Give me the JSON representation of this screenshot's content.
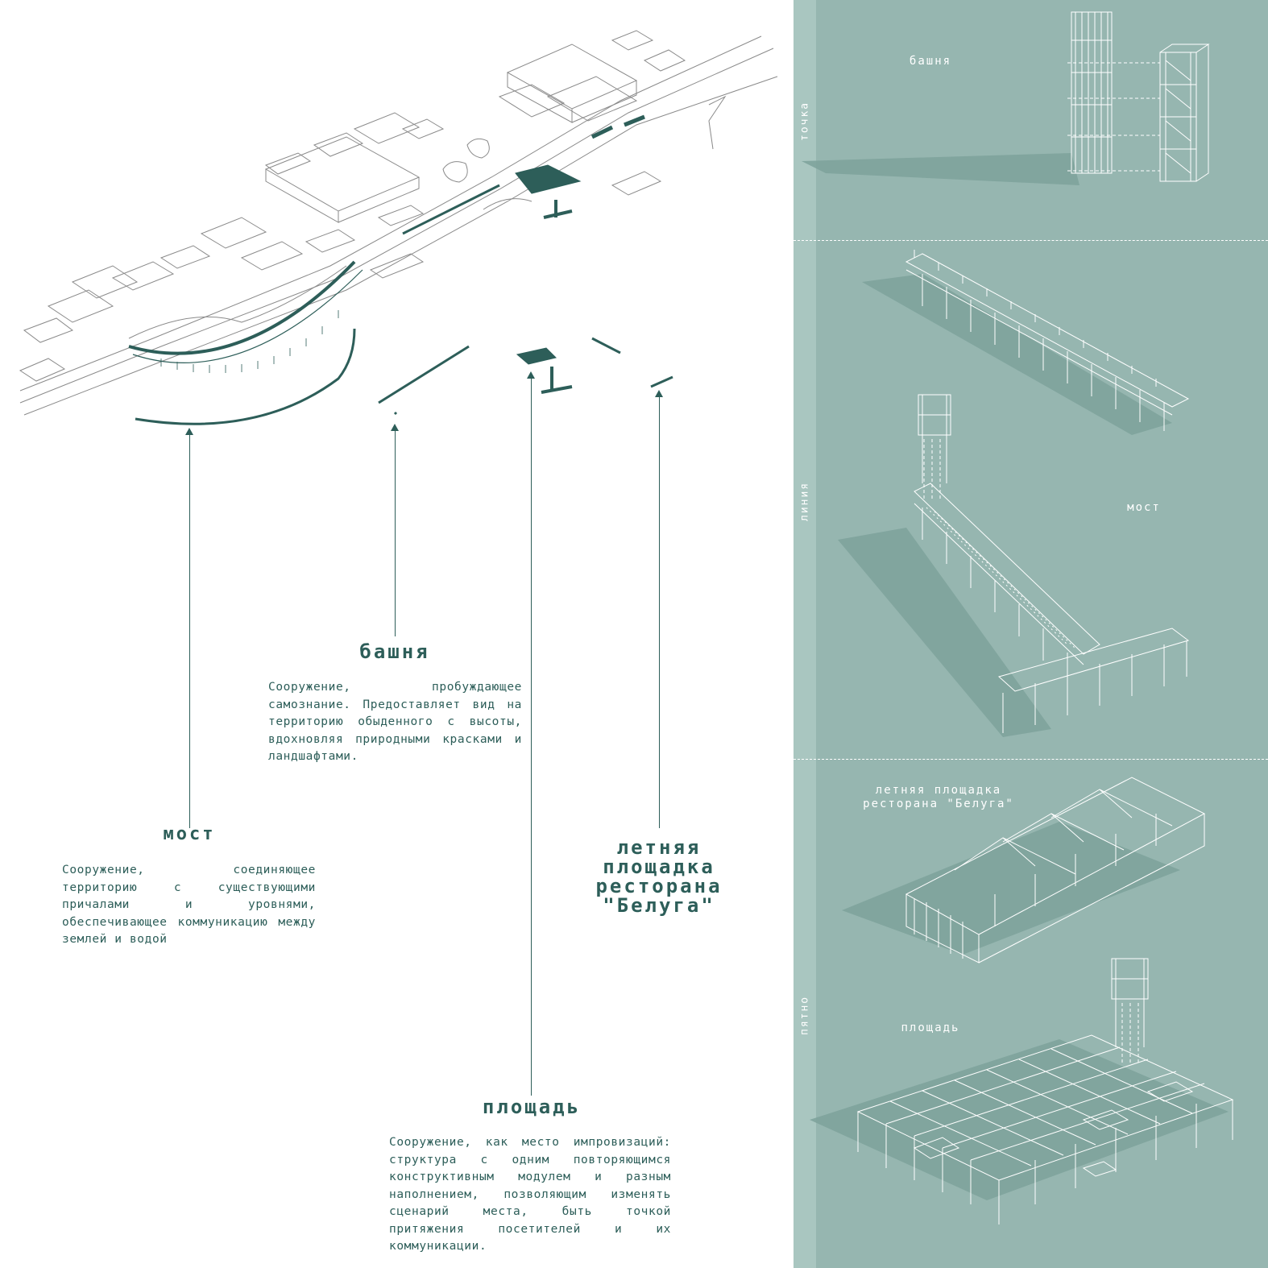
{
  "left": {
    "tower": {
      "title": "башня",
      "text": "Сооружение, пробуждающее самознание. Предоставляет вид на территорию обыденного с высоты, вдохновляя природными красками и ландшафтами."
    },
    "bridge": {
      "title": "мост",
      "text": "Сооружение, соединяющее территорию с существующими причалами и уровнями, обеспечивающее коммуникацию между землей и водой"
    },
    "terrace": {
      "title": "летняя\nплощадка\nресторана\n\"Белуга\""
    },
    "square": {
      "title": "площадь",
      "text": "Сооружение, как место импровизаций: структура с одним повторяющимся конструктивным модулем и разным наполнением, позволяющим изменять сценарий места, быть точкой притяжения посетителей и их коммуникации."
    }
  },
  "right": {
    "section_labels": {
      "point": "точка",
      "line": "линия",
      "spot": "пятно"
    },
    "labels": {
      "tower": "башня",
      "bridge": "мост",
      "terrace": "летняя площадка\nресторана \"Белуга\"",
      "square": "площадь"
    }
  },
  "colors": {
    "accent": "#2d5e59",
    "panel": "#96b6b0",
    "strip": "#a9c6c0",
    "line_art": "#ffffff"
  }
}
